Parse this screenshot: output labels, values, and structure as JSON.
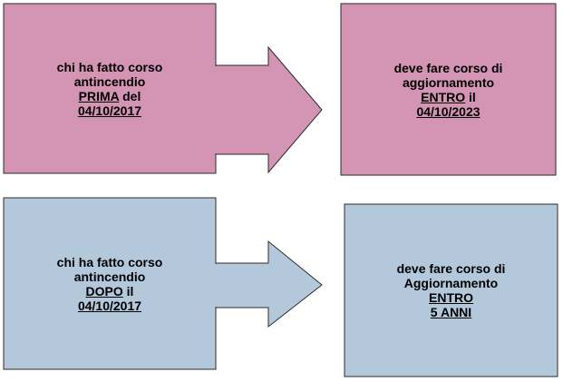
{
  "colors": {
    "pink": "#d494b4",
    "blue": "#b4c8dc",
    "outline": "#2b2b2b"
  },
  "top_left": {
    "line1": "chi ha fatto corso",
    "line2": "antincendio",
    "line3_em": "PRIMA",
    "line3_rest": " del",
    "line4": "04/10/2017"
  },
  "top_right": {
    "line1": "deve fare corso di",
    "line2": "aggiornamento",
    "line3_em": "ENTRO",
    "line3_rest": " il",
    "line4": "04/10/2023"
  },
  "bottom_left": {
    "line1": "chi ha fatto corso",
    "line2": "antincendio",
    "line3_em": "DOPO",
    "line3_rest": " il",
    "line4": "04/10/2017"
  },
  "bottom_right": {
    "line1": "deve fare corso di",
    "line2": "Aggiornamento",
    "line3": "ENTRO",
    "line4": "5 ANNI"
  }
}
